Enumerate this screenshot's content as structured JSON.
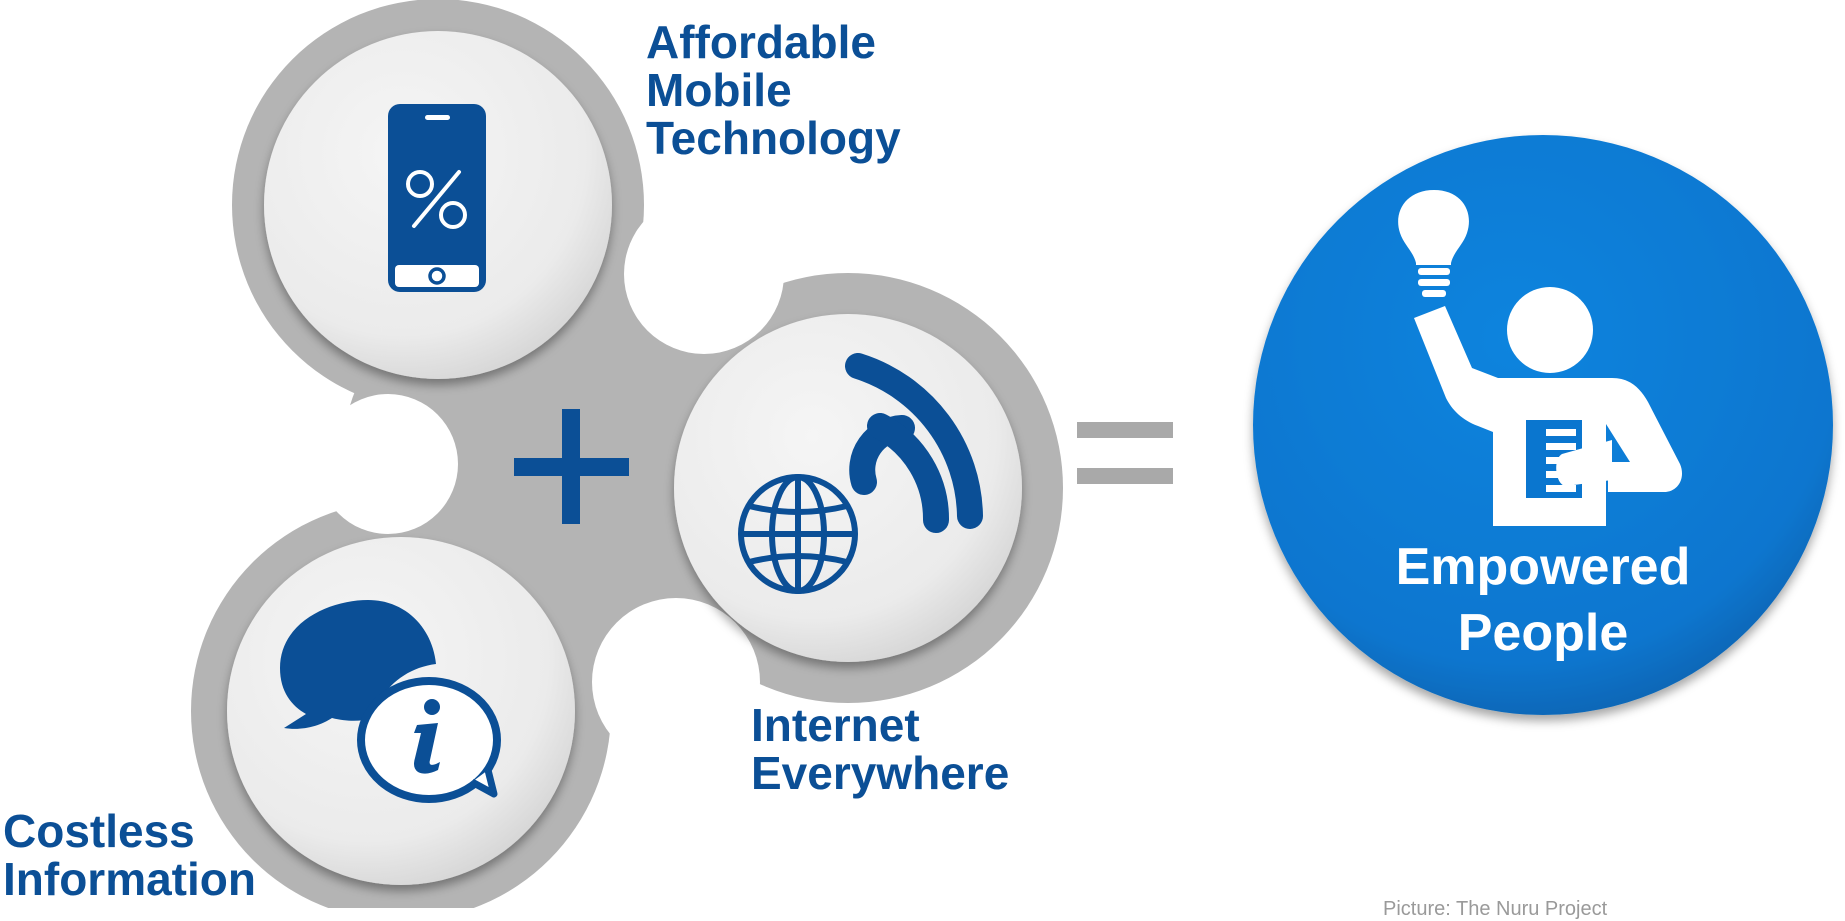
{
  "components": {
    "mobile": {
      "label_lines": [
        "Affordable",
        "Mobile",
        "Technology"
      ],
      "icon": "percent-phone-icon"
    },
    "internet": {
      "label_lines": [
        "Internet",
        "Everywhere"
      ],
      "icon": "globe-wifi-icon"
    },
    "information": {
      "label_lines": [
        "Costless",
        "Information"
      ],
      "icon": "chat-info-icon"
    }
  },
  "operators": {
    "plus": "plus-icon",
    "equals": "equals-icon"
  },
  "result": {
    "label_lines": [
      "Empowered",
      "People"
    ],
    "icon": "person-idea-icon"
  },
  "credit": "Picture: The Nuru Project",
  "colors": {
    "brand_blue": "#0b4f96",
    "result_blue": "#0a7ad3",
    "frame_gray": "#b4b4b4",
    "disc_gray": "#ececec"
  }
}
